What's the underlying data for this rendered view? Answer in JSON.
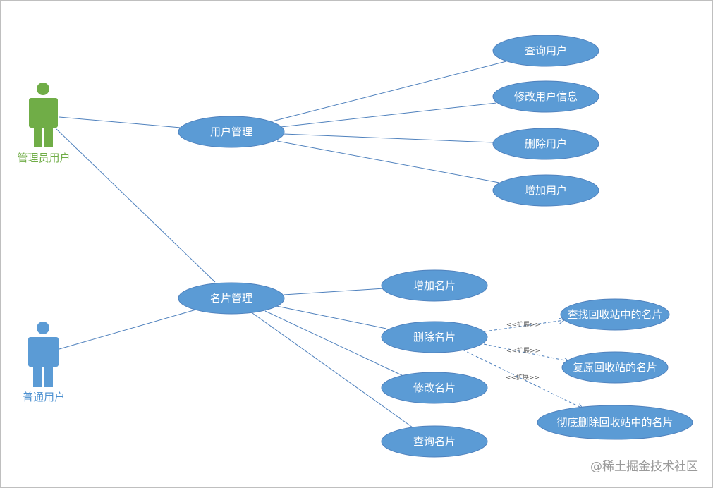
{
  "colors": {
    "usecase_fill": "#5b9bd5",
    "line": "#4f81bd",
    "admin_actor": "#70ad47",
    "user_actor": "#5b9bd5"
  },
  "actors": {
    "admin": {
      "label": "管理员用户",
      "icon": "person-icon"
    },
    "user": {
      "label": "普通用户",
      "icon": "person-icon"
    }
  },
  "usecases": {
    "user_mgmt": "用户管理",
    "card_mgmt": "名片管理",
    "query_user": "查询用户",
    "modify_user": "修改用户信息",
    "delete_user": "删除用户",
    "add_user": "增加用户",
    "add_card": "增加名片",
    "delete_card": "删除名片",
    "modify_card": "修改名片",
    "query_card": "查询名片",
    "find_recycle": "查找回收站中的名片",
    "restore_recycle": "复原回收站的名片",
    "purge_recycle": "彻底删除回收站中的名片"
  },
  "extend_label": "<<扩展>>",
  "watermark": "@稀土掘金技术社区"
}
